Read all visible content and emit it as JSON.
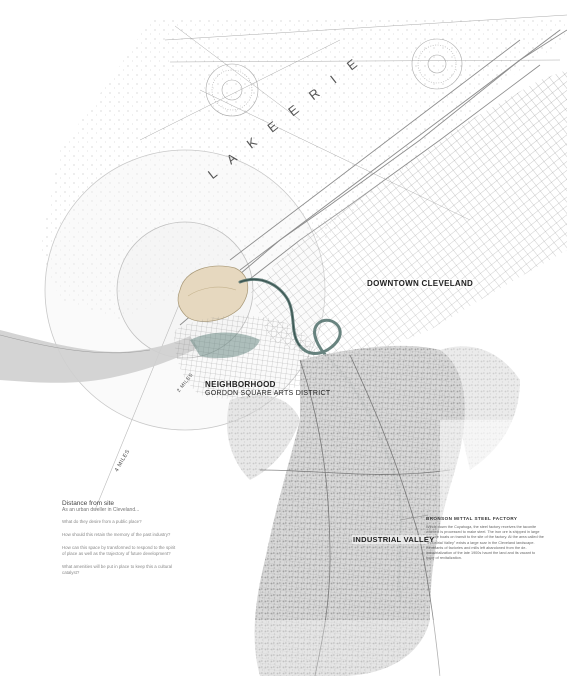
{
  "map": {
    "lake_label": "L A K E   E R I E",
    "downtown_label": "DOWNTOWN CLEVELAND",
    "neighborhood_label": "NEIGHBORHOOD",
    "neighborhood_sub": "GORDON SQUARE ARTS DISTRICT",
    "industrial_label": "INDUSTRIAL VALLEY",
    "ring_inner_label": "2 MILES",
    "ring_outer_label": "4 MILES"
  },
  "questions": {
    "title": "Distance from site",
    "subtitle": "As an urban dweller in Cleveland...",
    "items": [
      "What do they desire from a public place?",
      "How should this retain the memory of the past industry?",
      "How can this space by transformed to respond to the spirit of place as well as the trajectory of future development?",
      "What amenities will be put in place to keep this a cultural catalyst?"
    ]
  },
  "factory": {
    "title": "BRONSON MITTAL STEEL FACTORY",
    "body": "Winds down the Cuyahoga, the steel factory receives the taconite where it is processed to make steel. The iron ore is shipped in large iron ore boats on transit to the site of the factory. At the area called the \"Industrial Valley\" exists a large scar in the Cleveland landscape. Remnants of factories and mills left abandoned from the de-industrialization of the late 1900s haunt the land and its vacant to hope of revitalization."
  },
  "colors": {
    "ring": "#c9c9c9",
    "ink": "#555555",
    "site_tan": "#e6d8bf",
    "river": "#4f6e6a"
  }
}
